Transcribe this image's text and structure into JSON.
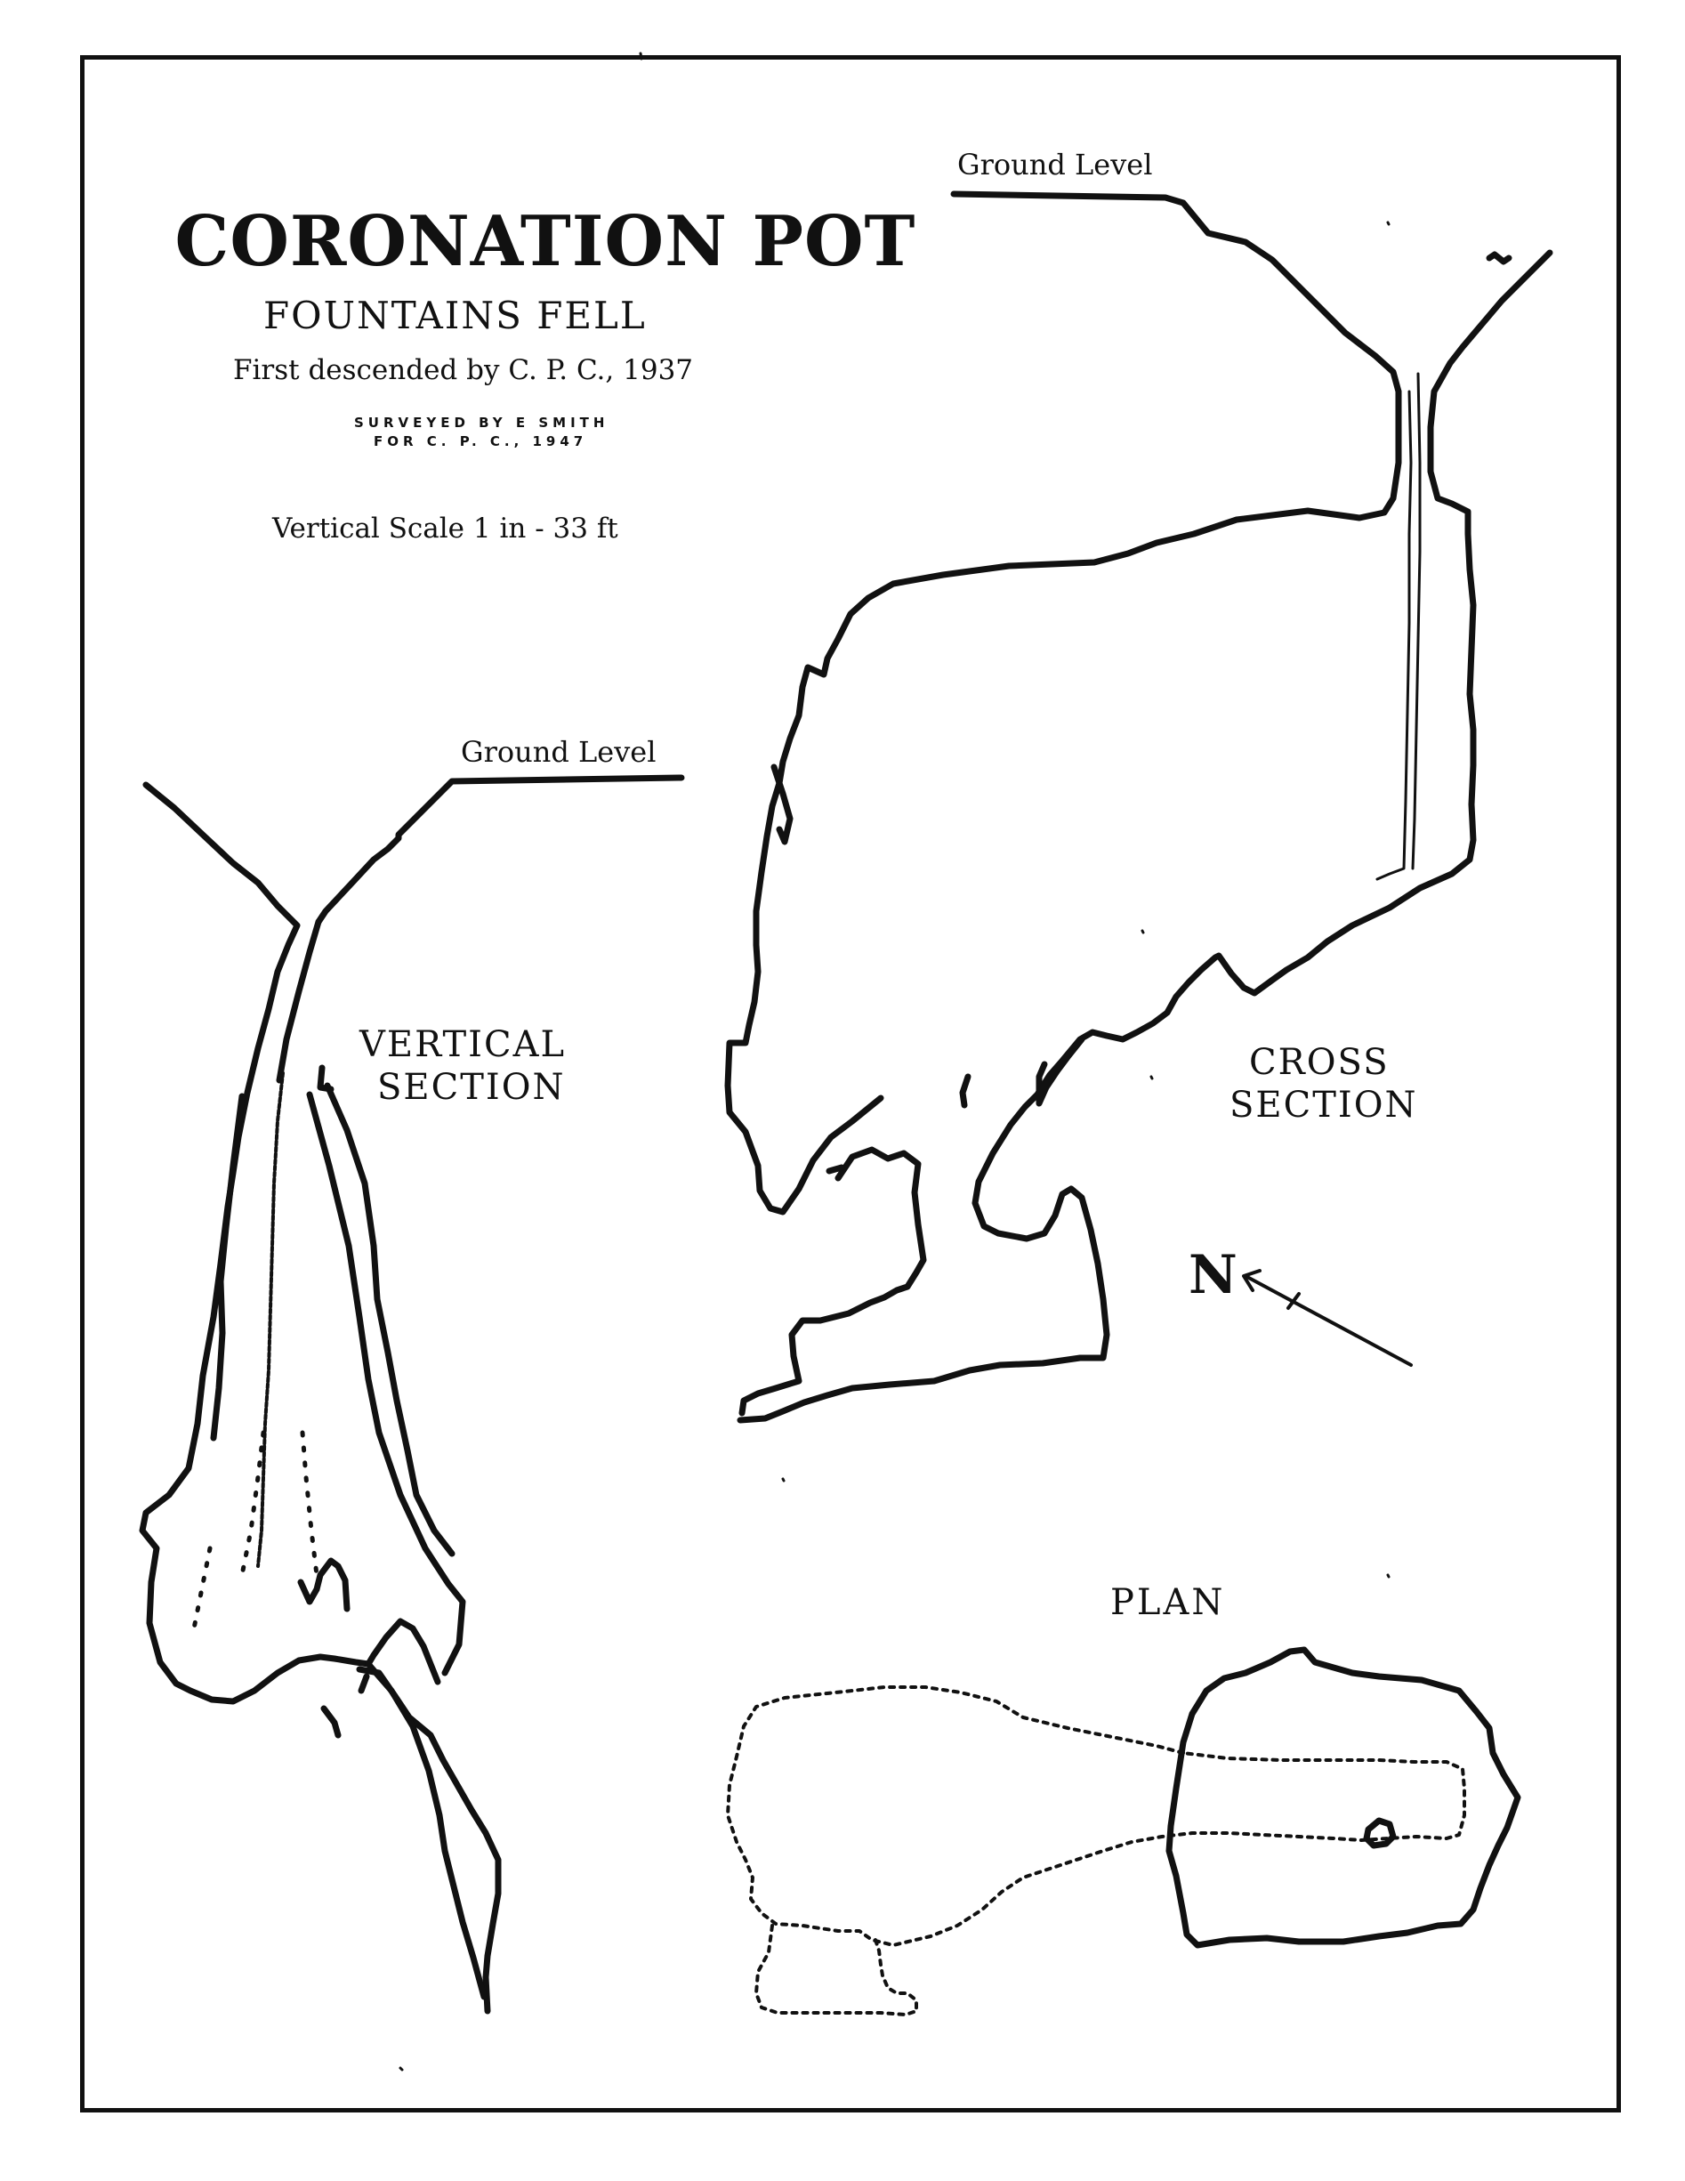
{
  "title": "CORONATION POT",
  "subtitle": "FOUNTAINS FELL",
  "first_descended": "First descended by C. P. C., 1937",
  "surveyed_line1": "SURVEYED BY E SMITH",
  "surveyed_line2": "FOR C. P. C., 1947",
  "vertical_scale": "Vertical Scale   1 in  -  33 ft",
  "cross_section": {
    "ground_level": "Ground Level",
    "label_line1": "CROSS",
    "label_line2": "SECTION"
  },
  "vertical_section": {
    "ground_level": "Ground Level",
    "label_line1": "VERTICAL",
    "label_line2": "SECTION"
  },
  "plan": {
    "label": "PLAN"
  },
  "north_arrow": {
    "label": "N"
  },
  "colors": {
    "ink": "#111111",
    "paper": "#ffffff"
  }
}
